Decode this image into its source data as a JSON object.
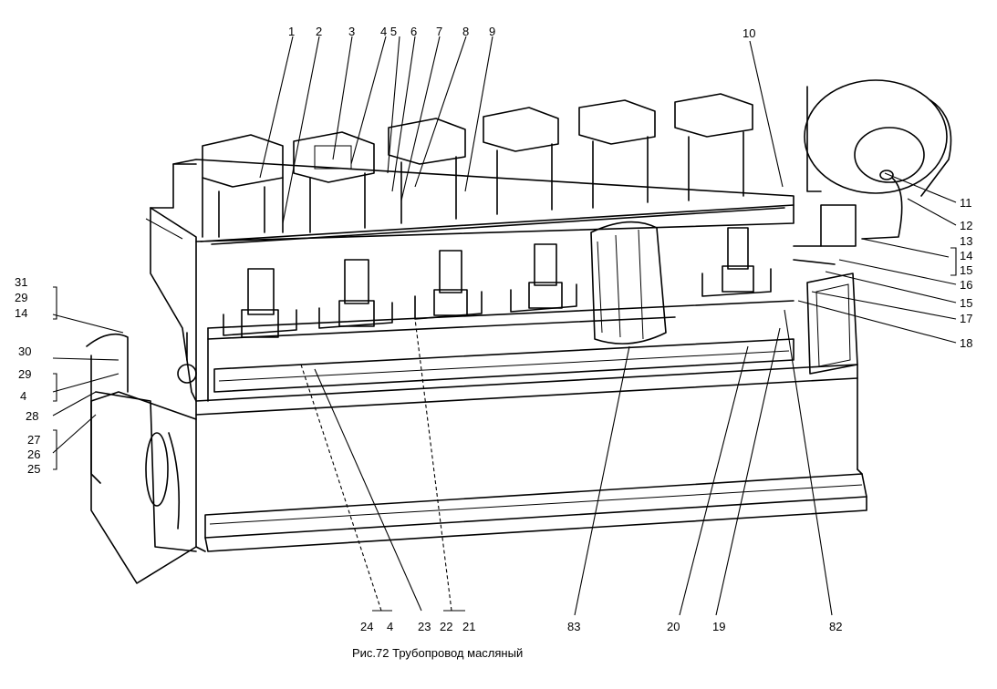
{
  "caption": "Рис.72 Трубопровод масляный",
  "labels": {
    "l1": "1",
    "l2": "2",
    "l3": "3",
    "l4_5": "4 5",
    "l6": "6",
    "l7": "7",
    "l8": "8",
    "l9": "9",
    "l10": "10",
    "l11": "11",
    "l12": "12",
    "l13": "13",
    "l14a": "14",
    "l15a": "15",
    "l16": "16",
    "l15b": "15",
    "l17": "17",
    "l18": "18",
    "l31": "31",
    "l29a": "29",
    "l14b": "14",
    "l30": "30",
    "l29b": "29",
    "l4a": "4",
    "l28": "28",
    "l27": "27",
    "l26": "26",
    "l25": "25",
    "l24": "24",
    "l4b": "4",
    "l23": "23",
    "l22": "22",
    "l21": "21",
    "l83": "83",
    "l20": "20",
    "l19": "19",
    "l82": "82"
  }
}
